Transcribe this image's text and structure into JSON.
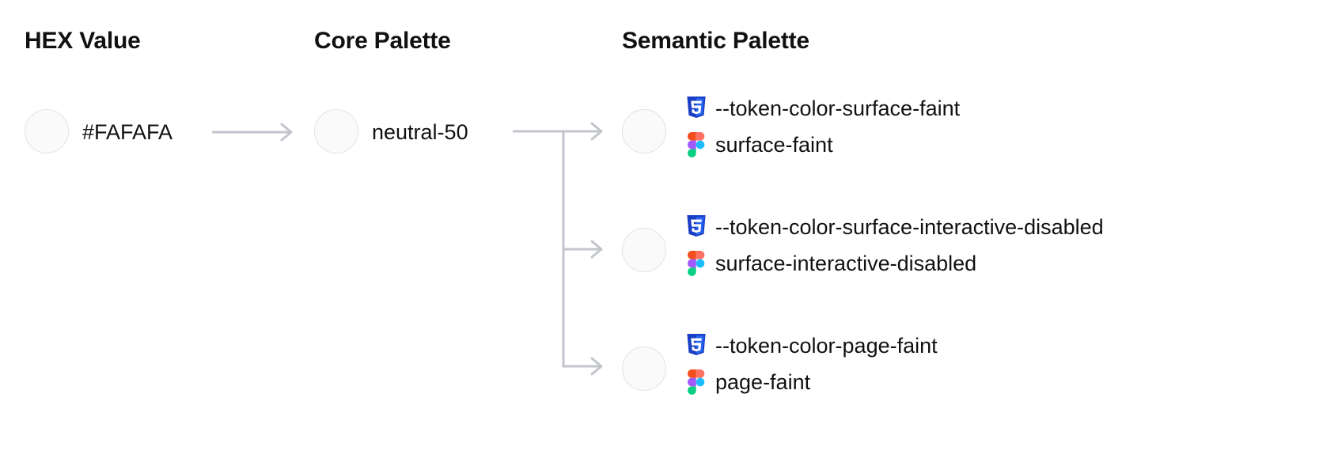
{
  "columns": {
    "hex": {
      "heading": "HEX Value"
    },
    "core": {
      "heading": "Core Palette"
    },
    "semantic": {
      "heading": "Semantic Palette"
    }
  },
  "hex": {
    "value": "#FAFAFA",
    "swatch_color": "#FAFAFA"
  },
  "core": {
    "value": "neutral-50",
    "swatch_color": "#FAFAFA"
  },
  "semantic": {
    "rows": [
      {
        "swatch_color": "#FAFAFA",
        "css_icon": "css3-icon",
        "css_token": "--token-color-surface-faint",
        "figma_icon": "figma-icon",
        "figma_token": "surface-faint"
      },
      {
        "swatch_color": "#FAFAFA",
        "css_icon": "css3-icon",
        "css_token": "--token-color-surface-interactive-disabled",
        "figma_icon": "figma-icon",
        "figma_token": "surface-interactive-disabled"
      },
      {
        "swatch_color": "#FAFAFA",
        "css_icon": "css3-icon",
        "css_token": "--token-color-page-faint",
        "figma_icon": "figma-icon",
        "figma_token": "page-faint"
      }
    ]
  },
  "connectors": {
    "arrow_color": "#C3C5CC",
    "simple_arrow": "hex-to-core-arrow",
    "branch_arrow": "core-to-semantic-branch"
  },
  "palette": {
    "text_color": "#111113",
    "swatch_border": "#E3E3E6",
    "css_blue_dark": "#1A3FC4",
    "css_blue": "#2965F1",
    "figma_orange": "#F24E1E",
    "figma_salmon": "#FF7262",
    "figma_purple": "#A259FF",
    "figma_blue": "#1ABCFE",
    "figma_green": "#0ACF83"
  }
}
